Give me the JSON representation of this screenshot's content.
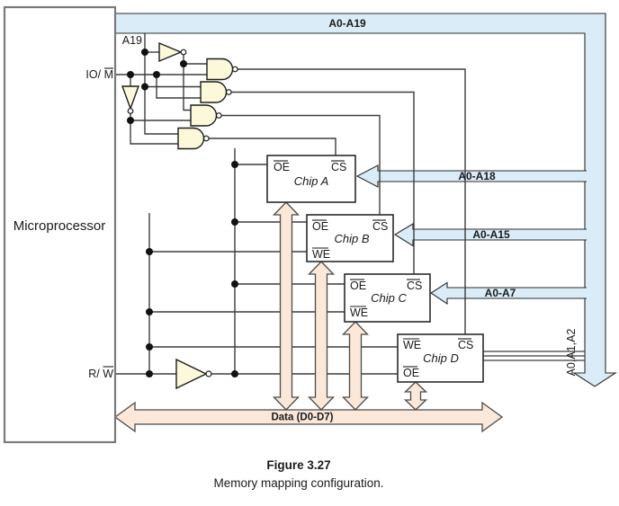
{
  "figure": {
    "caption_title": "Figure 3.27",
    "caption_text": "Memory mapping configuration."
  },
  "microprocessor": {
    "label": "Microprocessor",
    "pins": {
      "io_m_prefix": "IO/ ",
      "io_m_bar": "M",
      "rw_prefix": "R/ ",
      "rw_bar": "W"
    }
  },
  "buses": {
    "main_address_label": "A0-A19",
    "a19_tap_label": "A19",
    "chip_a_address_label": "A0-A18",
    "chip_b_address_label": "A0-A15",
    "chip_c_address_label": "A0-A7",
    "chip_d_address_label": "A0,A1,A2",
    "data_bus_label": "Data (D0-D7)"
  },
  "chips": {
    "a": {
      "name": "Chip A",
      "pin_oe": "OE",
      "pin_cs": "CS"
    },
    "b": {
      "name": "Chip B",
      "pin_oe": "OE",
      "pin_cs": "CS",
      "pin_we": "WE"
    },
    "c": {
      "name": "Chip C",
      "pin_oe": "OE",
      "pin_cs": "CS",
      "pin_we": "WE"
    },
    "d": {
      "name": "Chip D",
      "pin_we": "WE",
      "pin_cs": "CS",
      "pin_oe": "OE"
    }
  },
  "colors": {
    "address_bus_fill": "#daecf7",
    "data_bus_fill": "#fbe8d8",
    "gate_fill": "#fbf9d9",
    "wire": "#3d3d3d"
  }
}
